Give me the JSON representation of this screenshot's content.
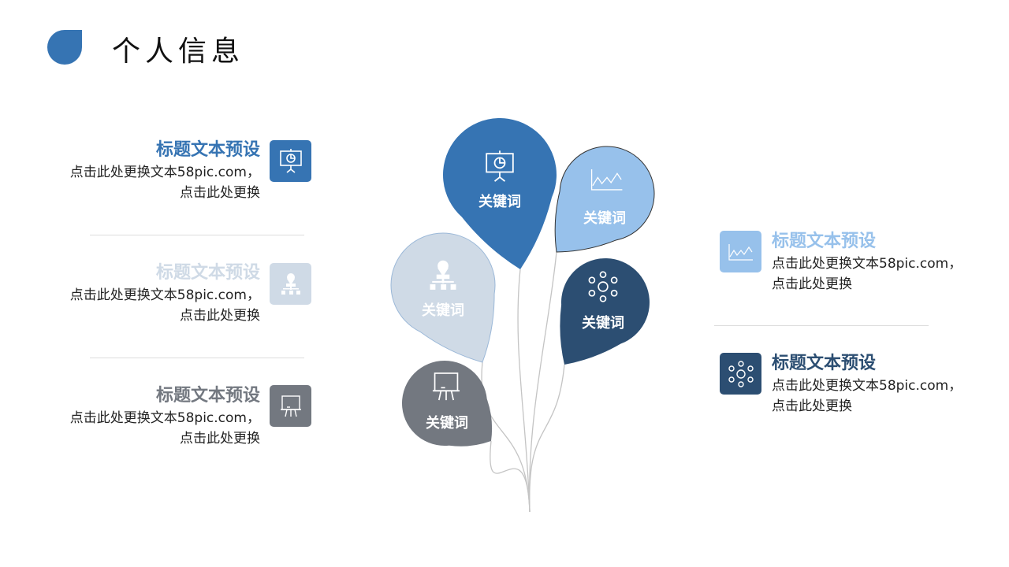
{
  "header": {
    "title": "个人信息"
  },
  "colors": {
    "blue": "#3674B3",
    "light_blue": "#97C1EB",
    "pale": "#CFDAE6",
    "navy": "#2C4E72",
    "gray": "#737880"
  },
  "left_items": [
    {
      "title": "标题文本预设",
      "line1": "点击此处更换文本58pic.com，",
      "line2": "点击此处更换",
      "icon": "presentation-chart-icon",
      "color": "#3674B3"
    },
    {
      "title": "标题文本预设",
      "line1": "点击此处更换文本58pic.com，",
      "line2": "点击此处更换",
      "icon": "location-hierarchy-icon",
      "color": "#CFDAE6"
    },
    {
      "title": "标题文本预设",
      "line1": "点击此处更换文本58pic.com，",
      "line2": "点击此处更换",
      "icon": "whiteboard-icon",
      "color": "#737880"
    }
  ],
  "right_items": [
    {
      "title": "标题文本预设",
      "line1": "点击此处更换文本58pic.com，",
      "line2": "点击此处更换",
      "icon": "line-chart-icon",
      "color": "#97C1EB"
    },
    {
      "title": "标题文本预设",
      "line1": "点击此处更换文本58pic.com，",
      "line2": "点击此处更换",
      "icon": "network-icon",
      "color": "#2C4E72"
    }
  ],
  "balloons": [
    {
      "label": "关键词",
      "icon": "presentation-chart-icon",
      "color": "#3674B3"
    },
    {
      "label": "关键词",
      "icon": "line-chart-icon",
      "color": "#97C1EB"
    },
    {
      "label": "关键词",
      "icon": "location-hierarchy-icon",
      "color": "#CFDAE6"
    },
    {
      "label": "关键词",
      "icon": "network-icon",
      "color": "#2C4E72"
    },
    {
      "label": "关键词",
      "icon": "whiteboard-icon",
      "color": "#737880"
    }
  ]
}
